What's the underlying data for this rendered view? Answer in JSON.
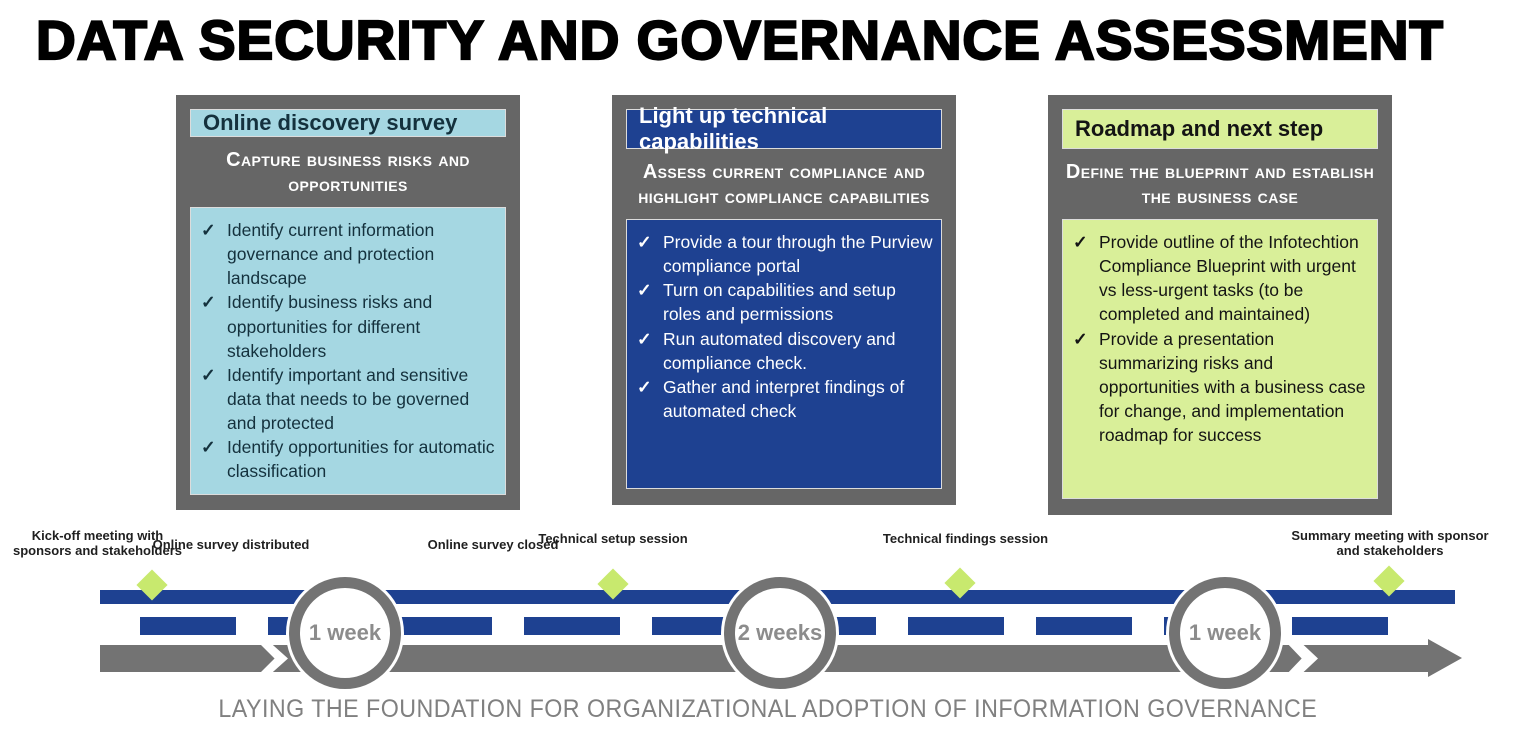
{
  "title": "DATA SECURITY AND GOVERNANCE ASSESSMENT",
  "icons": {
    "check": "✓"
  },
  "panels": [
    {
      "header": "Online discovery survey",
      "subtitle": "Capture business risks and opportunities",
      "items": [
        "Identify current information governance and protection landscape",
        "Identify business risks and opportunities for different stakeholders",
        "Identify important and sensitive data that needs to be governed and protected",
        "Identify opportunities for automatic classification"
      ]
    },
    {
      "header": "Light up technical capabilities",
      "subtitle": "Assess current compliance and highlight compliance capabilities",
      "items": [
        "Provide a tour through the Purview compliance portal",
        "Turn on capabilities and setup roles and permissions",
        "Run automated discovery and compliance check.",
        "Gather and interpret findings of automated check"
      ]
    },
    {
      "header": "Roadmap and next step",
      "subtitle": "Define the blueprint and establish the business case",
      "items": [
        "Provide outline of the Infotechtion Compliance Blueprint with urgent vs less-urgent tasks (to be completed and maintained)",
        "Provide a presentation summarizing risks and opportunities with a business case for change, and implementation roadmap for success"
      ]
    }
  ],
  "timeline": {
    "milestones": [
      "Kick-off meeting with sponsors and stakeholders",
      "Online survey distributed",
      "Online survey closed",
      "Technical setup session",
      "Technical findings session",
      "Summary meeting with sponsor and stakeholders"
    ],
    "durations": [
      "1 week",
      "2 weeks",
      "1 week"
    ],
    "caption": "LAYING THE FOUNDATION FOR ORGANIZATIONAL ADOPTION OF INFORMATION GOVERNANCE"
  },
  "colors": {
    "panel_gray": "#666666",
    "light_blue": "#a5d7e2",
    "dark_blue": "#1e4191",
    "light_green": "#d9ef99",
    "diamond_green": "#c8e96e",
    "timeline_gray": "#737373",
    "caption_gray": "#808080"
  }
}
